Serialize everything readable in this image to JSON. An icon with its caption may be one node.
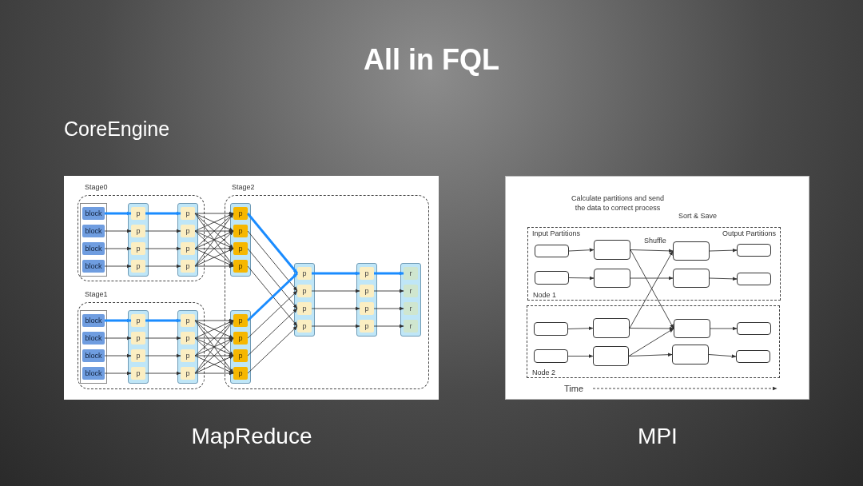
{
  "diagram": {
    "title": "All in FQL",
    "nodes": [
      {
        "text": [
          "Stage0"
        ]
      },
      {
        "text": [],
        "shape": "box",
        "in": 0
      },
      {
        "text": [
          "block"
        ],
        "in": 1
      },
      {
        "text": [
          "block"
        ],
        "in": 1
      },
      {
        "text": [
          "block"
        ],
        "in": 1
      },
      {
        "text": [
          "block"
        ],
        "in": 1
      },
      {
        "text": [],
        "shape": "box",
        "in": 0
      },
      {
        "text": [
          "p"
        ],
        "in": 6
      },
      {
        "text": [
          "p"
        ],
        "in": 6
      },
      {
        "text": [
          "p"
        ],
        "in": 6
      },
      {
        "text": [
          "p"
        ],
        "in": 6
      },
      {
        "text": [],
        "shape": "box",
        "in": 0
      },
      {
        "text": [
          "p"
        ],
        "in": 11
      },
      {
        "text": [
          "p"
        ],
        "in": 11
      },
      {
        "text": [
          "p"
        ],
        "in": 11
      },
      {
        "text": [
          "p"
        ],
        "in": 11
      },
      {
        "text": [
          "Stage1"
        ]
      },
      {
        "text": [],
        "shape": "box",
        "in": 16
      },
      {
        "text": [
          "block"
        ],
        "in": 17
      },
      {
        "text": [
          "block"
        ],
        "in": 17
      },
      {
        "text": [
          "block"
        ],
        "in": 17
      },
      {
        "text": [
          "block"
        ],
        "in": 17
      },
      {
        "text": [],
        "shape": "box",
        "in": 16
      },
      {
        "text": [
          "p"
        ],
        "in": 22
      },
      {
        "text": [
          "p"
        ],
        "in": 22
      },
      {
        "text": [
          "p"
        ],
        "in": 22
      },
      {
        "text": [
          "p"
        ],
        "in": 22
      },
      {
        "text": [],
        "shape": "box",
        "in": 16
      },
      {
        "text": [
          "p"
        ],
        "in": 27
      },
      {
        "text": [
          "p"
        ],
        "in": 27
      },
      {
        "text": [
          "p"
        ],
        "in": 27
      },
      {
        "text": [
          "p"
        ],
        "in": 27
      },
      {
        "text": [
          "Stage2"
        ]
      },
      {
        "text": [],
        "shape": "box",
        "in": 32
      },
      {
        "text": [
          "p"
        ],
        "in": 33
      },
      {
        "text": [
          "p"
        ],
        "in": 33
      },
      {
        "text": [
          "p"
        ],
        "in": 33
      },
      {
        "text": [
          "p"
        ],
        "in": 33
      },
      {
        "text": [],
        "shape": "box",
        "in": 32
      },
      {
        "text": [
          "p"
        ],
        "in": 38
      },
      {
        "text": [
          "p"
        ],
        "in": 38
      },
      {
        "text": [
          "p"
        ],
        "in": 38
      },
      {
        "text": [
          "p"
        ],
        "in": 38
      },
      {
        "text": [],
        "shape": "box",
        "in": 32
      },
      {
        "text": [
          "p"
        ],
        "in": 43
      },
      {
        "text": [
          "p"
        ],
        "in": 43
      },
      {
        "text": [
          "p"
        ],
        "in": 43
      },
      {
        "text": [
          "p"
        ],
        "in": 43
      },
      {
        "text": [],
        "shape": "box",
        "in": 32
      },
      {
        "text": [
          "p"
        ],
        "in": 48
      },
      {
        "text": [
          "p"
        ],
        "in": 48
      },
      {
        "text": [
          "p"
        ],
        "in": 48
      },
      {
        "text": [
          "p"
        ],
        "in": 48
      },
      {
        "text": [],
        "shape": "box",
        "in": 32
      },
      {
        "text": [
          "r"
        ],
        "in": 53
      },
      {
        "text": [
          "r"
        ],
        "in": 53
      },
      {
        "text": [
          "r"
        ],
        "in": 53
      },
      {
        "text": [
          "r"
        ],
        "in": 53
      },
      {
        "text": [
          "Input Partitions",
          "Output Partitions",
          "Node 1"
        ]
      },
      {
        "text": [],
        "shape": "box",
        "in": 58
      },
      {
        "text": [],
        "shape": "box",
        "in": 58
      },
      {
        "text": [],
        "shape": "box",
        "in": 58
      },
      {
        "text": [],
        "shape": "box",
        "in": 58
      },
      {
        "text": [],
        "shape": "box",
        "in": 58
      },
      {
        "text": [],
        "shape": "box",
        "in": 58
      },
      {
        "text": [],
        "shape": "box",
        "in": 58
      },
      {
        "text": [],
        "shape": "box",
        "in": 58
      },
      {
        "text": [
          "Node 2"
        ]
      },
      {
        "text": [],
        "shape": "box",
        "in": 67
      },
      {
        "text": [],
        "shape": "box",
        "in": 67
      },
      {
        "text": [],
        "shape": "box",
        "in": 67
      },
      {
        "text": [],
        "shape": "box",
        "in": 67
      },
      {
        "text": [],
        "shape": "box",
        "in": 67
      },
      {
        "text": [],
        "shape": "box",
        "in": 67
      },
      {
        "text": [],
        "shape": "box",
        "in": 67
      },
      {
        "text": [],
        "shape": "box",
        "in": 67
      }
    ],
    "edges": [
      {
        "from": 2,
        "to": 7,
        "arrow": "to",
        "style": "thick",
        "color": "#1a8cff"
      },
      {
        "from": 3,
        "to": 8,
        "arrow": "to"
      },
      {
        "from": 4,
        "to": 9,
        "arrow": "to"
      },
      {
        "from": 5,
        "to": 10,
        "arrow": "to"
      },
      {
        "from": 7,
        "to": 12,
        "arrow": "to",
        "style": "thick",
        "color": "#1a8cff"
      },
      {
        "from": 8,
        "to": 13,
        "arrow": "to"
      },
      {
        "from": 9,
        "to": 14,
        "arrow": "to"
      },
      {
        "from": 10,
        "to": 15,
        "arrow": "to"
      },
      {
        "from": 12,
        "to": 34,
        "arrow": "to"
      },
      {
        "from": 12,
        "to": 35,
        "arrow": "to"
      },
      {
        "from": 12,
        "to": 36,
        "arrow": "to"
      },
      {
        "from": 12,
        "to": 37,
        "arrow": "to"
      },
      {
        "from": 13,
        "to": 34,
        "arrow": "to"
      },
      {
        "from": 13,
        "to": 35,
        "arrow": "to"
      },
      {
        "from": 13,
        "to": 36,
        "arrow": "to"
      },
      {
        "from": 13,
        "to": 37,
        "arrow": "to"
      },
      {
        "from": 14,
        "to": 34,
        "arrow": "to"
      },
      {
        "from": 14,
        "to": 35,
        "arrow": "to"
      },
      {
        "from": 14,
        "to": 36,
        "arrow": "to"
      },
      {
        "from": 14,
        "to": 37,
        "arrow": "to"
      },
      {
        "from": 15,
        "to": 34,
        "arrow": "to"
      },
      {
        "from": 15,
        "to": 35,
        "arrow": "to"
      },
      {
        "from": 15,
        "to": 36,
        "arrow": "to"
      },
      {
        "from": 15,
        "to": 37,
        "arrow": "to"
      },
      {
        "from": 18,
        "to": 23,
        "arrow": "to",
        "style": "thick",
        "color": "#1a8cff"
      },
      {
        "from": 19,
        "to": 24,
        "arrow": "to"
      },
      {
        "from": 20,
        "to": 25,
        "arrow": "to"
      },
      {
        "from": 21,
        "to": 26,
        "arrow": "to"
      },
      {
        "from": 23,
        "to": 28,
        "arrow": "to",
        "style": "thick",
        "color": "#1a8cff"
      },
      {
        "from": 24,
        "to": 29,
        "arrow": "to"
      },
      {
        "from": 25,
        "to": 30,
        "arrow": "to"
      },
      {
        "from": 26,
        "to": 31,
        "arrow": "to"
      },
      {
        "from": 28,
        "to": 39,
        "arrow": "to"
      },
      {
        "from": 28,
        "to": 40,
        "arrow": "to"
      },
      {
        "from": 28,
        "to": 41,
        "arrow": "to"
      },
      {
        "from": 28,
        "to": 42,
        "arrow": "to"
      },
      {
        "from": 29,
        "to": 39,
        "arrow": "to"
      },
      {
        "from": 29,
        "to": 40,
        "arrow": "to"
      },
      {
        "from": 29,
        "to": 41,
        "arrow": "to"
      },
      {
        "from": 29,
        "to": 42,
        "arrow": "to"
      },
      {
        "from": 30,
        "to": 39,
        "arrow": "to"
      },
      {
        "from": 30,
        "to": 40,
        "arrow": "to"
      },
      {
        "from": 30,
        "to": 41,
        "arrow": "to"
      },
      {
        "from": 30,
        "to": 42,
        "arrow": "to"
      },
      {
        "from": 31,
        "to": 39,
        "arrow": "to"
      },
      {
        "from": 31,
        "to": 40,
        "arrow": "to"
      },
      {
        "from": 31,
        "to": 41,
        "arrow": "to"
      },
      {
        "from": 31,
        "to": 42,
        "arrow": "to"
      },
      {
        "from": 34,
        "to": 44,
        "arrow": "to",
        "style": "thick",
        "color": "#1a8cff"
      },
      {
        "from": 35,
        "to": 45,
        "arrow": "to"
      },
      {
        "from": 36,
        "to": 46,
        "arrow": "to"
      },
      {
        "from": 37,
        "to": 47,
        "arrow": "to"
      },
      {
        "from": 39,
        "to": 44,
        "arrow": "to",
        "style": "thick",
        "color": "#1a8cff"
      },
      {
        "from": 40,
        "to": 45,
        "arrow": "to"
      },
      {
        "from": 41,
        "to": 46,
        "arrow": "to"
      },
      {
        "from": 42,
        "to": 47,
        "arrow": "to"
      },
      {
        "from": 44,
        "to": 49,
        "arrow": "to",
        "style": "thick",
        "color": "#1a8cff"
      },
      {
        "from": 45,
        "to": 50,
        "arrow": "to"
      },
      {
        "from": 46,
        "to": 51,
        "arrow": "to"
      },
      {
        "from": 47,
        "to": 52,
        "arrow": "to"
      },
      {
        "from": 49,
        "to": 54,
        "arrow": "to",
        "style": "thick",
        "color": "#1a8cff"
      },
      {
        "from": 50,
        "to": 55,
        "arrow": "to"
      },
      {
        "from": 51,
        "to": 56,
        "arrow": "to"
      },
      {
        "from": 52,
        "to": 57,
        "arrow": "to"
      },
      {
        "from": 59,
        "to": 60,
        "arrow": "to"
      },
      {
        "from": 63,
        "to": 64,
        "arrow": "to"
      },
      {
        "from": 68,
        "to": 69,
        "arrow": "to"
      },
      {
        "from": 72,
        "to": 73,
        "arrow": "to"
      },
      {
        "from": 60,
        "to": 61,
        "arrow": "to"
      },
      {
        "from": 60,
        "to": 70,
        "arrow": "to"
      },
      {
        "from": 64,
        "to": 65,
        "arrow": "to"
      },
      {
        "from": 69,
        "to": 61,
        "arrow": "to"
      },
      {
        "from": 69,
        "to": 70,
        "arrow": "to"
      },
      {
        "from": 73,
        "to": 70,
        "arrow": "to"
      },
      {
        "from": 73,
        "to": 74,
        "arrow": "to"
      },
      {
        "from": 61,
        "to": 62,
        "arrow": "to"
      },
      {
        "from": 65,
        "to": 66,
        "arrow": "to"
      },
      {
        "from": 70,
        "to": 71,
        "arrow": "to"
      },
      {
        "from": 74,
        "to": 75,
        "arrow": "to"
      }
    ],
    "labels": [
      "CoreEngine",
      "MapReduce",
      "MPI",
      "Calculate partitions and send the data to correct process",
      "Sort & Save",
      "Shuffle",
      "Time"
    ]
  }
}
